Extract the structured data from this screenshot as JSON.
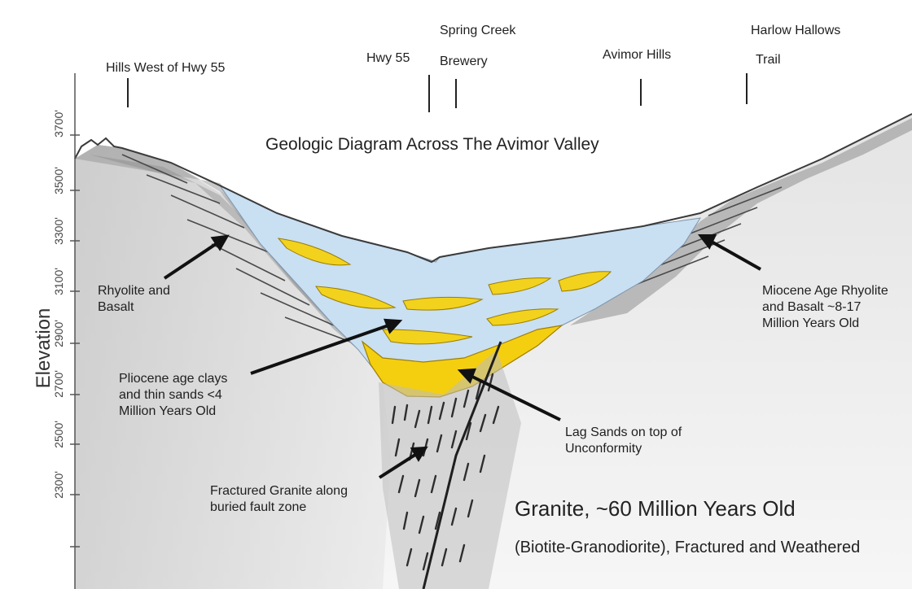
{
  "title": "Geologic Diagram Across The Avimor Valley",
  "axis": {
    "label": "Elevation",
    "ticks": [
      "3700'",
      "3500'",
      "3300'",
      "3100'",
      "2900'",
      "2700'",
      "2500'",
      "2300'"
    ]
  },
  "landmarks": {
    "hills_west": "Hills West of Hwy 55",
    "hwy55": "Hwy 55",
    "spring_creek_1": "Spring Creek",
    "spring_creek_2": "Brewery",
    "avimor_hills": "Avimor Hills",
    "harlow_1": "Harlow Hallows",
    "harlow_2": "Trail"
  },
  "annotations": {
    "rhyolite_basalt": "Rhyolite and Basalt",
    "miocene": "Miocene Age Rhyolite and Basalt ~8-17 Million Years Old",
    "pliocene": "Pliocene age clays and thin sands <4 Million Years Old",
    "lag_sands": "Lag Sands on top of Unconformity",
    "fractured_granite": "Fractured Granite along buried fault zone",
    "granite_title": "Granite, ~60 Million Years Old",
    "granite_sub": "(Biotite-Granodiorite), Fractured and Weathered"
  },
  "colors": {
    "basin_fill": "#c9dff2",
    "sand_lens": "#f2d21c",
    "lag_sand": "#f4cf10",
    "rock_gray": "#8c8c8c",
    "granite_shade": "#e7e7e7"
  }
}
